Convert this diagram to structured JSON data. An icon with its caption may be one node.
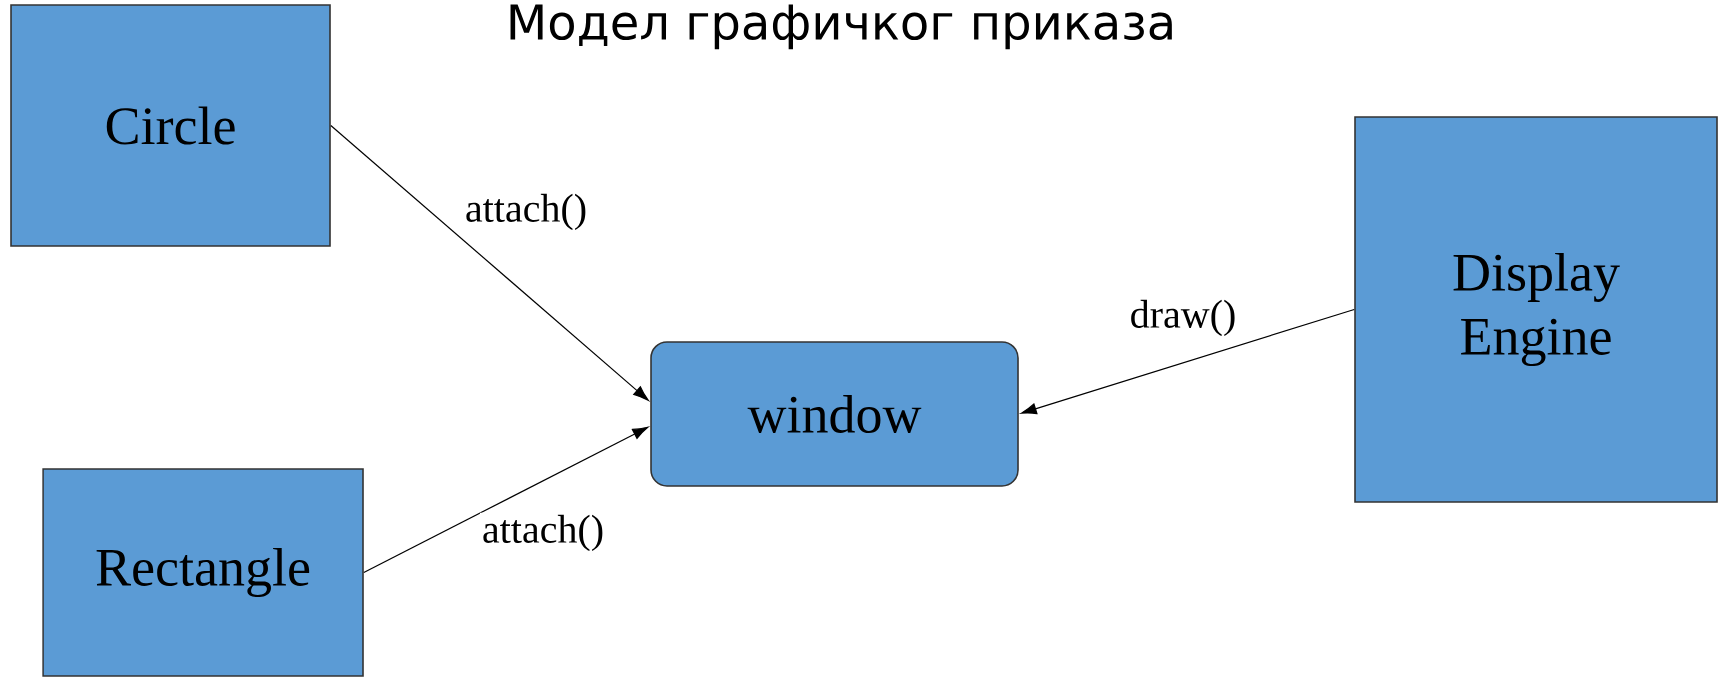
{
  "diagram": {
    "title": "Модел графичког приказа",
    "nodes": [
      {
        "text": [
          "Circle"
        ]
      },
      {
        "text": [
          "Rectangle"
        ]
      },
      {
        "text": [
          "window"
        ]
      },
      {
        "text": [
          "Display Engine"
        ]
      }
    ],
    "edges": [
      {
        "from": 0,
        "to": 2,
        "arrow": "to",
        "label": "attach()"
      },
      {
        "from": 1,
        "to": 2,
        "arrow": "to",
        "label": "attach()"
      },
      {
        "from": 3,
        "to": 2,
        "arrow": "to",
        "label": "draw()"
      }
    ]
  }
}
